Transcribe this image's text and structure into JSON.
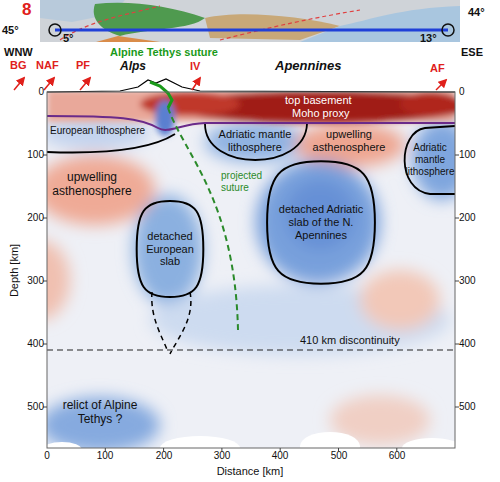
{
  "diagram": {
    "nodes": [
      {
        "text": [
          "detached European slab"
        ]
      },
      {
        "text": [
          "detached Adriatic slab of the N. Apennines"
        ]
      }
    ],
    "labels": [
      "8",
      "45°",
      "5°",
      "13°",
      "44°",
      "WNW",
      "ESE",
      "BG",
      "NAF",
      "PF",
      "Alpine Tethys suture",
      "Alps",
      "IV",
      "Apennines",
      "AF",
      "top basement",
      "Moho proxy",
      "European lithosphere",
      "Adriatic mantle lithosphere",
      "Adriatic mantle lithosphere",
      "upwelling asthenosphere",
      "upwelling asthenosphere",
      "projected suture",
      "410 km discontinuity",
      "relict of Alpine Tethys ?",
      "Depth [km]",
      "Distance [km]",
      "0",
      "100",
      "200",
      "300",
      "400",
      "500",
      "0",
      "100",
      "200",
      "300",
      "400",
      "500",
      "0",
      "100",
      "200",
      "300",
      "400",
      "500",
      "600"
    ]
  }
}
